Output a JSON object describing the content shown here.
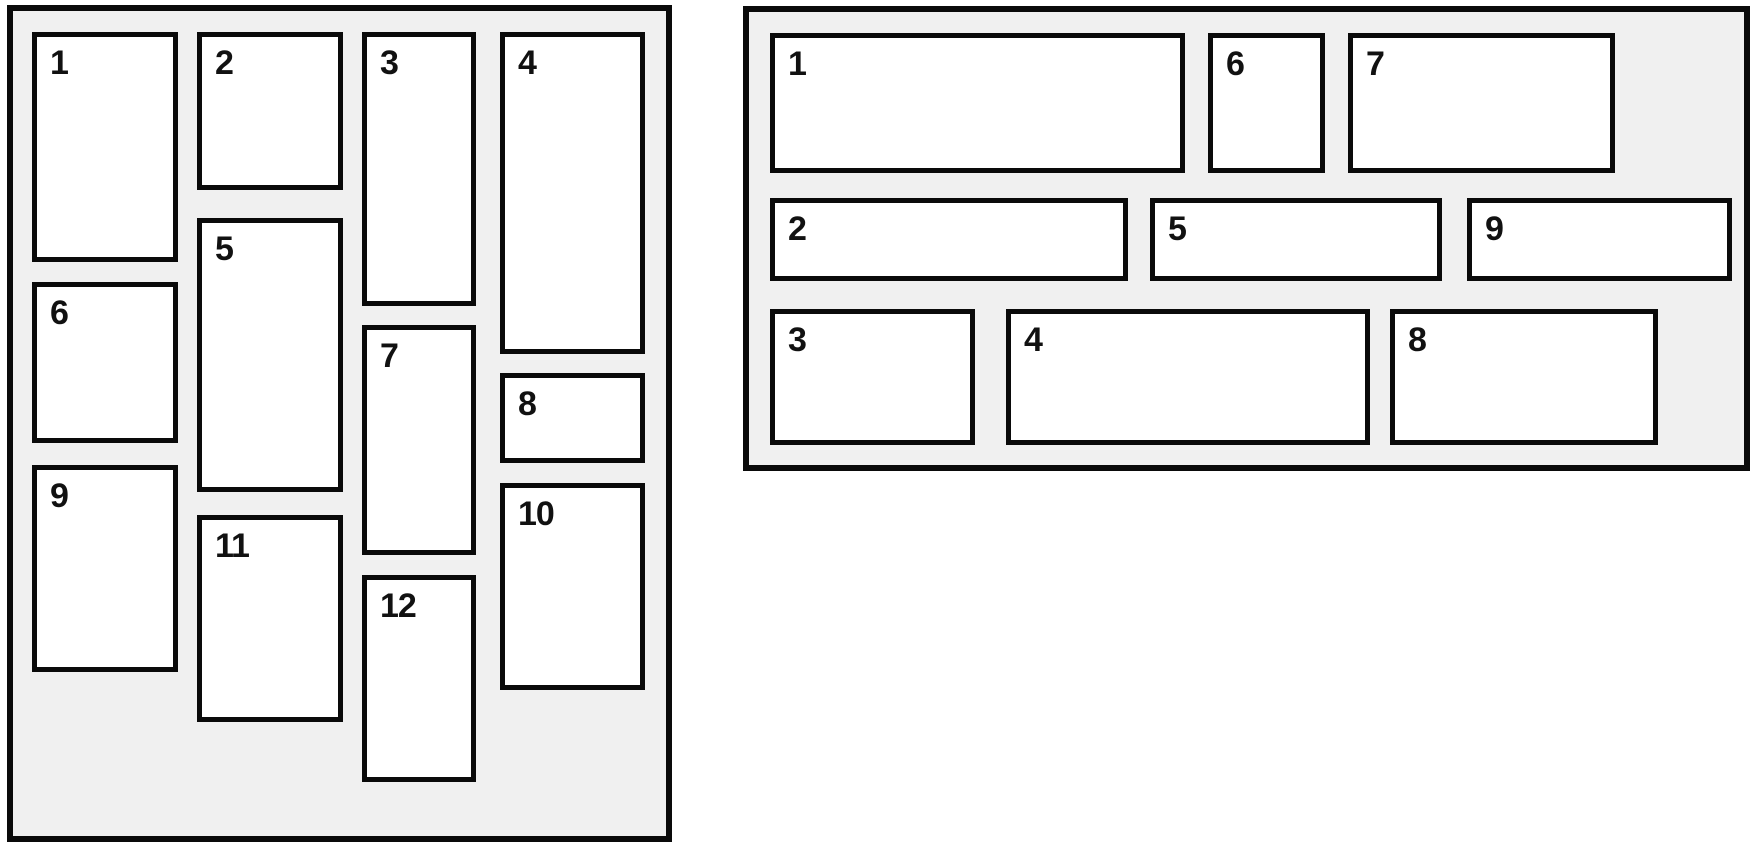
{
  "figure": {
    "description": "Two masonry grid layout diagrams with numbered placeholder tiles",
    "colors": {
      "panel_bg": "#f0f0f0",
      "box_bg": "#ffffff",
      "border": "#0a0a0a",
      "number": "#111111"
    },
    "panels": [
      {
        "id": "vertical-masonry",
        "columns": 4,
        "items": [
          {
            "label": "1"
          },
          {
            "label": "2"
          },
          {
            "label": "3"
          },
          {
            "label": "4"
          },
          {
            "label": "5"
          },
          {
            "label": "6"
          },
          {
            "label": "7"
          },
          {
            "label": "8"
          },
          {
            "label": "9"
          },
          {
            "label": "10"
          },
          {
            "label": "11"
          },
          {
            "label": "12"
          }
        ]
      },
      {
        "id": "horizontal-masonry",
        "rows": 3,
        "items": [
          {
            "label": "1"
          },
          {
            "label": "6"
          },
          {
            "label": "7"
          },
          {
            "label": "2"
          },
          {
            "label": "5"
          },
          {
            "label": "9"
          },
          {
            "label": "3"
          },
          {
            "label": "4"
          },
          {
            "label": "8"
          }
        ]
      }
    ]
  }
}
